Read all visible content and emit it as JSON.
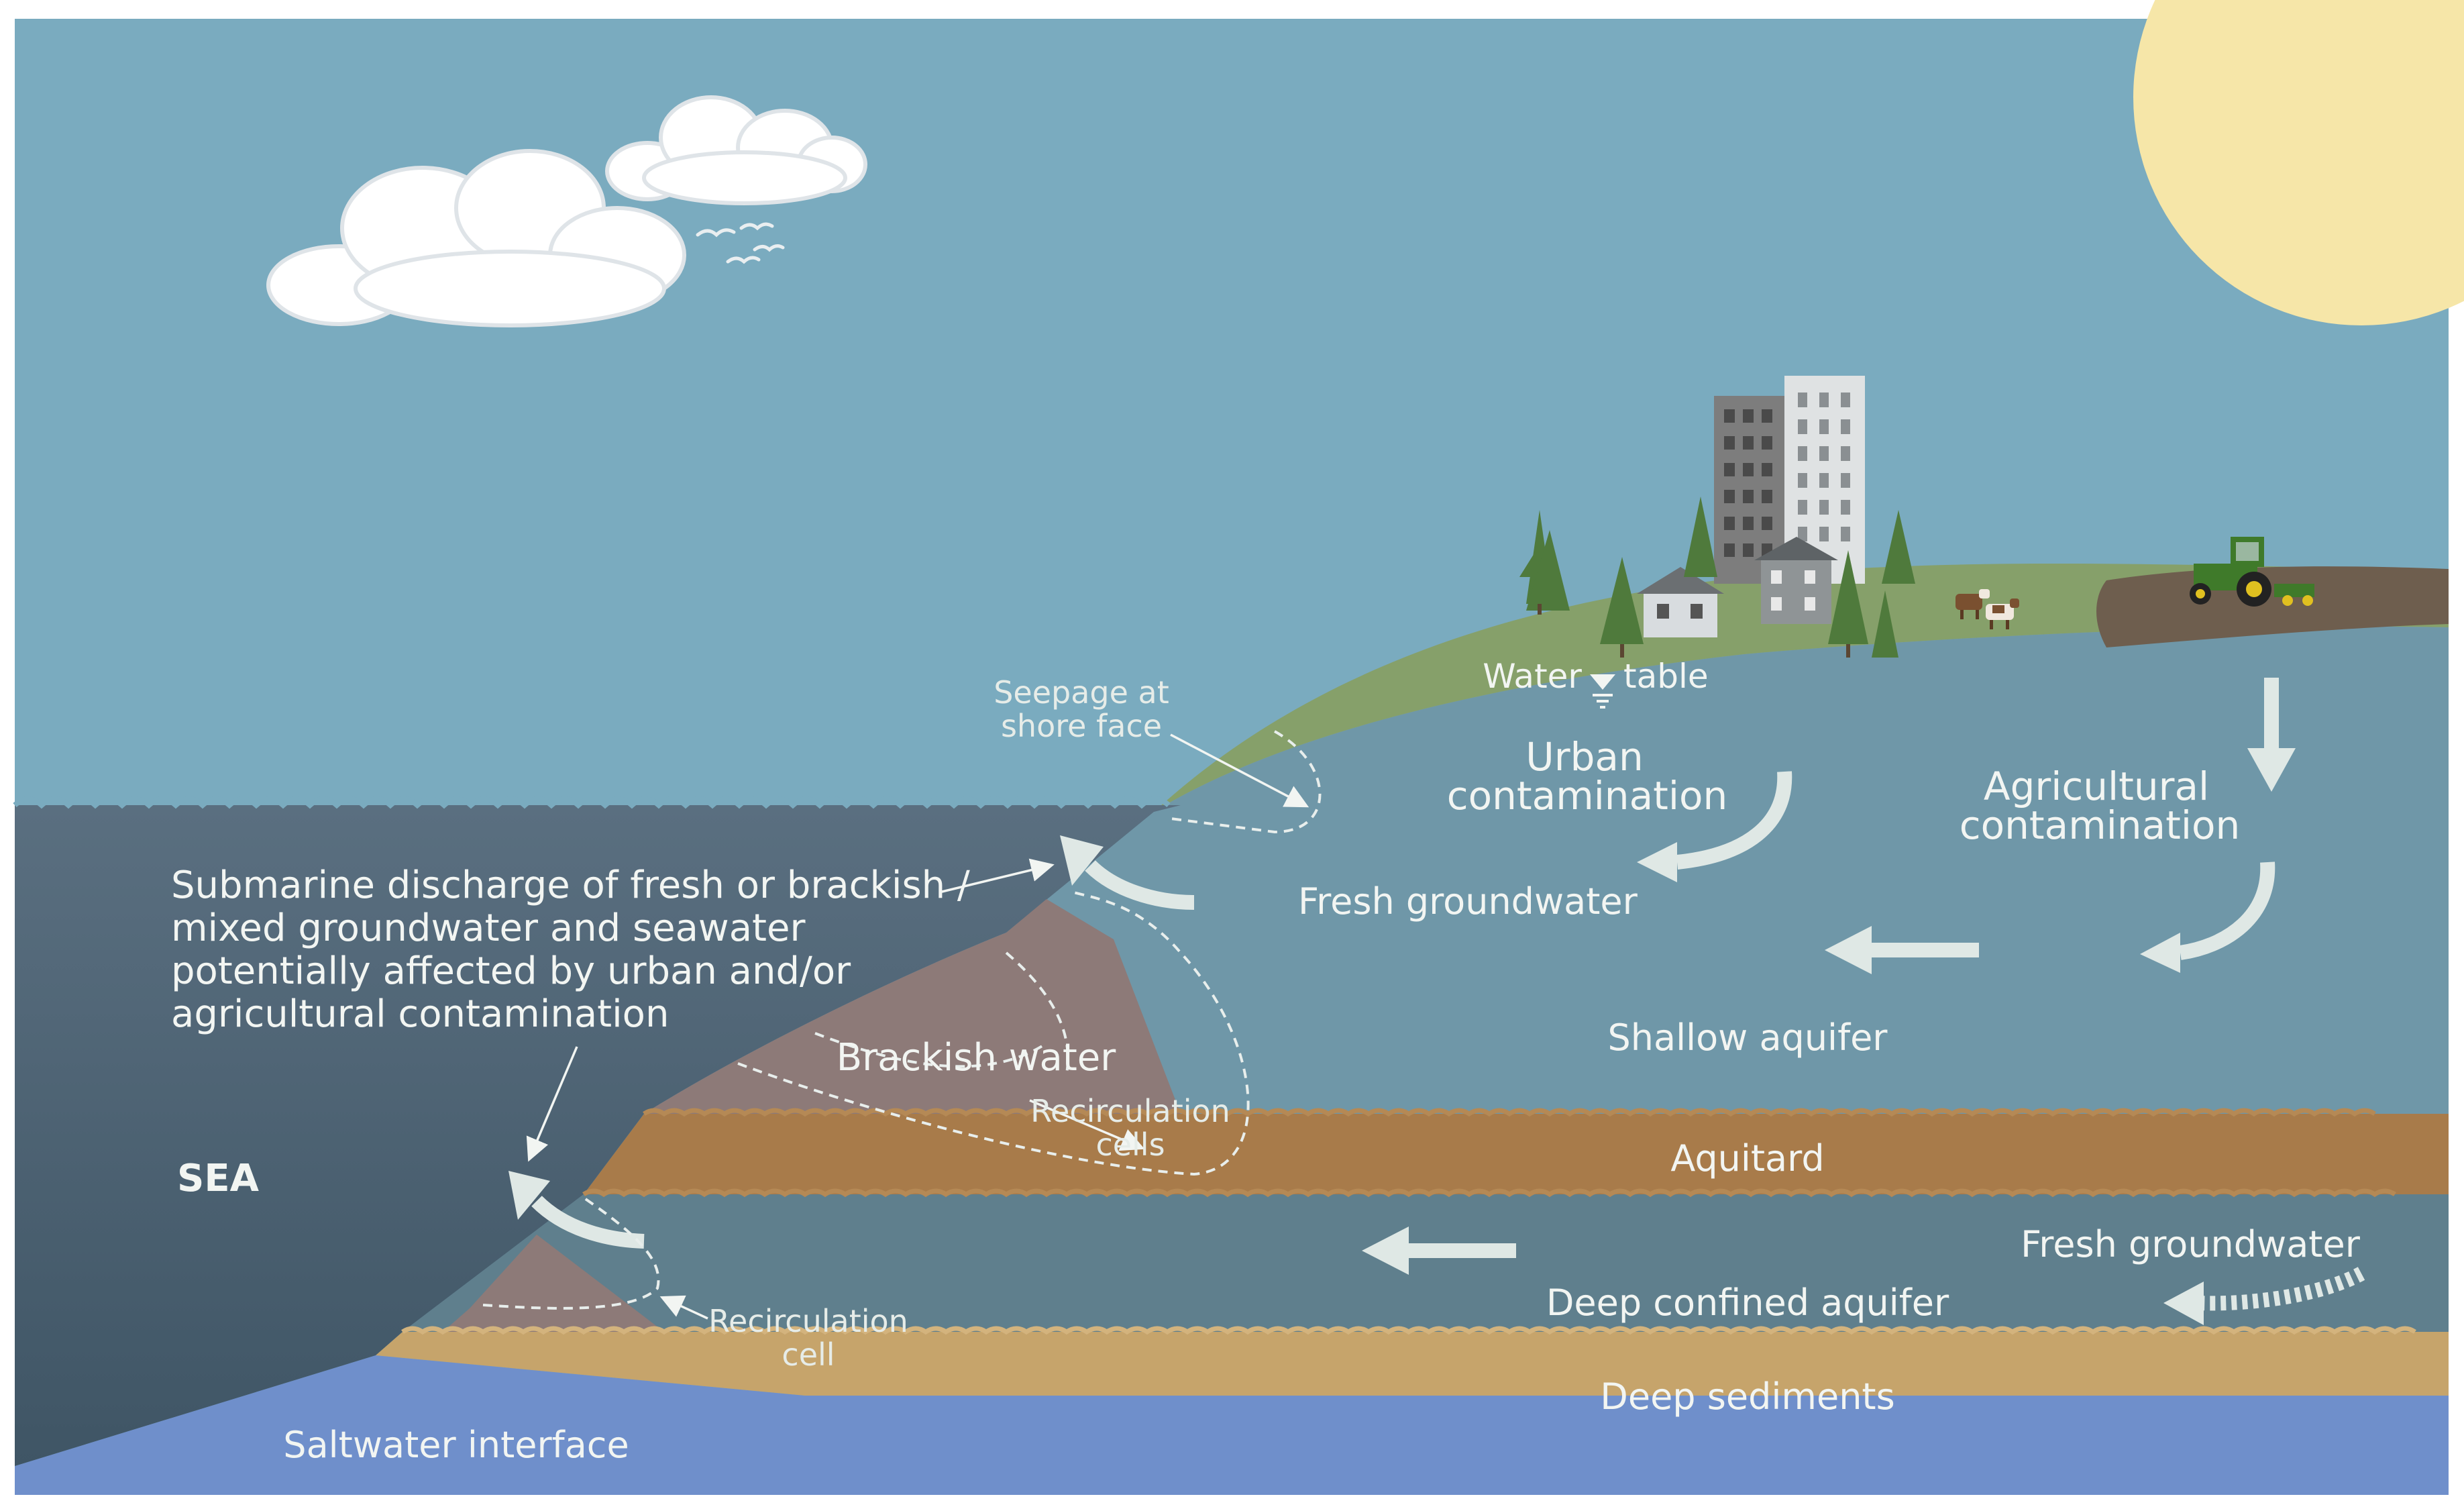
{
  "labels": {
    "seepage": [
      "Seepage at",
      "shore face"
    ],
    "water_table": [
      "Water",
      "table"
    ],
    "urban": [
      "Urban",
      "contamination"
    ],
    "agricultural": [
      "Agricultural",
      "contamination"
    ],
    "fresh_groundwater_upper": "Fresh groundwater",
    "submarine": [
      "Submarine discharge of fresh or brackish /",
      "mixed groundwater and seawater",
      "potentially  affected by urban and/or",
      "agricultural contamination"
    ],
    "brackish": "Brackish water",
    "recirc_cells": [
      "Recirculation",
      "cells"
    ],
    "shallow_aquifer": "Shallow aquifer",
    "sea": "SEA",
    "aquitard": "Aquitard",
    "fresh_groundwater_lower": "Fresh groundwater",
    "deep_confined": "Deep confined aquifer",
    "recirc_cell": [
      "Recirculation",
      "cell"
    ],
    "deep_sediments": "Deep sediments",
    "saltwater": "Saltwater interface"
  },
  "colors": {
    "sky": "#7aabbf",
    "sun": "#f6e6a8",
    "sea": "#4f6575",
    "shallow_aquifer": "#6f97a8",
    "deep_aquifer": "#5f7f8d",
    "land": "#86a06a",
    "field": "#6e5e4e",
    "aquitard": "#a87b4a",
    "deep_sediments": "#c6a46b",
    "saltwater": "#6f8fcb",
    "brackish": "#8d7a78",
    "arrow": "#dfe8e5",
    "text": "#f2f5f2"
  }
}
